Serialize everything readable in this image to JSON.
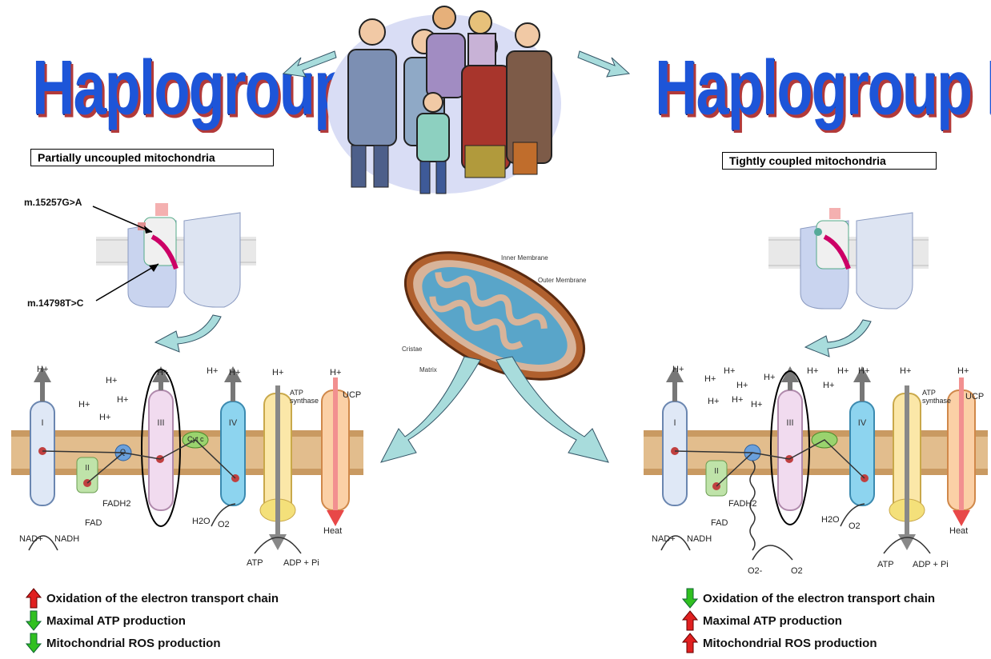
{
  "left": {
    "title": "Haplogroup J",
    "subtitle": "Partially uncoupled mitochondria",
    "mutations": [
      "m.15257G>A",
      "m.14798T>C"
    ],
    "effects": [
      {
        "dir": "up",
        "text": "Oxidation of the electron transport chain"
      },
      {
        "dir": "down",
        "text": "Maximal ATP production"
      },
      {
        "dir": "down",
        "text": "Mitochondrial ROS production"
      }
    ]
  },
  "right": {
    "title": "Haplogroup H",
    "subtitle": "Tightly coupled mitochondria",
    "effects": [
      {
        "dir": "down",
        "text": "Oxidation of the electron transport chain"
      },
      {
        "dir": "up",
        "text": "Maximal ATP production"
      },
      {
        "dir": "up",
        "text": "Mitochondrial ROS production"
      }
    ]
  },
  "mitochondrion": {
    "labels": [
      "Inner Membrane",
      "Outer Membrane",
      "Cristae",
      "Matrix"
    ]
  },
  "etc": {
    "complexes": [
      "I",
      "II",
      "III",
      "IV"
    ],
    "proton": "H+",
    "atp_synthase": "ATP synthase",
    "ucp": "UCP",
    "heat": "Heat",
    "cyt_c": "Cyt c",
    "q": "Q",
    "fadh2": "FADH2",
    "fad": "FAD",
    "nad": "NAD+",
    "nadh": "NADH",
    "water": "H2O",
    "oxygen": "O2",
    "atp": "ATP",
    "adp": "ADP + Pi",
    "superoxide": "O2-"
  },
  "colors": {
    "title_blue": "#1d55d8",
    "title_shadow": "#b23a3a",
    "arrow_up": "#e02020",
    "arrow_down": "#30c020",
    "teal_arrow": "#a8dcdc"
  },
  "icons": {
    "people": "people-group-icon",
    "mito": "mitochondrion-icon",
    "up": "red-up-arrow-icon",
    "down": "green-down-arrow-icon"
  }
}
